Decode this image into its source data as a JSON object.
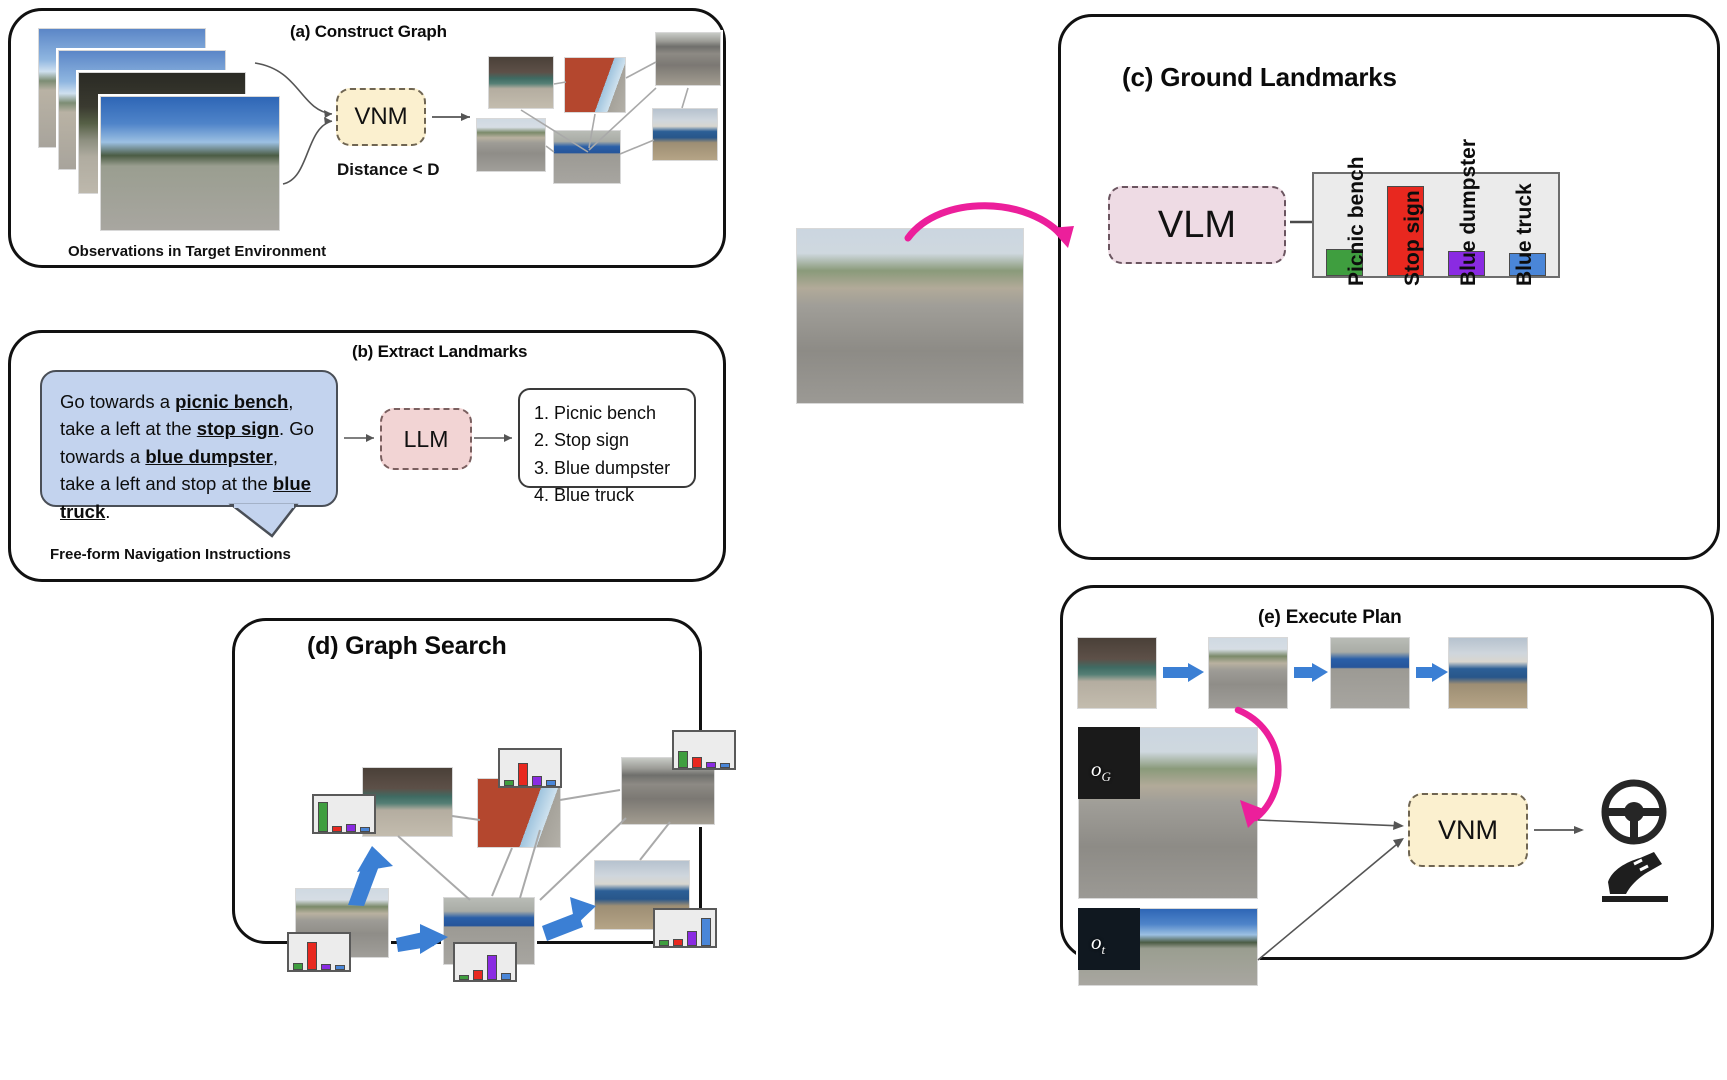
{
  "figure": {
    "type": "method-pipeline-diagram",
    "panels": [
      {
        "id": "a",
        "title": "(a)  Construct Graph"
      },
      {
        "id": "b",
        "title": "(b) Extract Landmarks"
      },
      {
        "id": "c",
        "title": "(c) Ground Landmarks"
      },
      {
        "id": "d",
        "title": "(d) Graph Search"
      },
      {
        "id": "e",
        "title": "(e) Execute Plan"
      }
    ]
  },
  "panel_a": {
    "title": "(a)  Construct Graph",
    "model_label": "VNM",
    "condition_label": "Distance < D",
    "caption": "Observations in Target Environment",
    "stack_count": 4,
    "graph_node_count": 6,
    "node_names": [
      "picnic-bench",
      "shipping-container",
      "truck-road",
      "stop-sign-street",
      "blue-dumpster",
      "blue-truck"
    ]
  },
  "panel_b": {
    "title": "(b) Extract Landmarks",
    "instruction_parts": [
      {
        "text": "Go towards a ",
        "bold": false
      },
      {
        "text": "picnic bench",
        "bold": true
      },
      {
        "text": ", take a left at the ",
        "bold": false
      },
      {
        "text": "stop sign",
        "bold": true
      },
      {
        "text": ". Go towards a ",
        "bold": false
      },
      {
        "text": "blue dumpster",
        "bold": true
      },
      {
        "text": ", take a left and stop at the ",
        "bold": false
      },
      {
        "text": "blue truck",
        "bold": true
      },
      {
        "text": ".",
        "bold": false
      }
    ],
    "model_label": "LLM",
    "landmark_list": [
      "1. Picnic bench",
      "2. Stop sign",
      "3. Blue dumpster",
      "4. Blue truck"
    ],
    "caption": "Free-form Navigation Instructions"
  },
  "panel_c": {
    "title": "(c) Ground Landmarks",
    "model_label": "VLM",
    "input_image_name": "stop-sign-intersection-photo"
  },
  "panel_d": {
    "title": "(d) Graph Search",
    "node_names": [
      "picnic-bench",
      "shipping-container",
      "truck-road",
      "stop-sign-street",
      "blue-dumpster",
      "blue-truck"
    ],
    "path_arrow_count": 3
  },
  "panel_e": {
    "title": "(e) Execute Plan",
    "plan_steps": [
      "picnic-bench",
      "stop-sign-street",
      "blue-dumpster",
      "blue-truck"
    ],
    "goal_obs_label": "o",
    "goal_obs_sub": "G",
    "current_obs_label": "o",
    "current_obs_sub": "t",
    "model_label": "VNM",
    "output_icons": [
      "steering-wheel-icon",
      "pedal-icon"
    ]
  },
  "chart_data": [
    {
      "id": "panel-c-grounding-scores",
      "type": "bar",
      "title": "",
      "xlabel": "",
      "ylabel": "",
      "categories": [
        "Picnic bench",
        "Stop sign",
        "Blue dumpster",
        "Blue truck"
      ],
      "values": [
        0.28,
        0.92,
        0.26,
        0.24
      ],
      "ylim": [
        0,
        1
      ],
      "colors": [
        "#3f9e3f",
        "#e8281f",
        "#8a2be2",
        "#4a86d8"
      ],
      "grid": false,
      "legend": "none",
      "labels_rotated": true
    },
    {
      "id": "panel-d-node-picnic-bench",
      "type": "bar",
      "categories": [
        "Picnic bench",
        "Stop sign",
        "Blue dumpster",
        "Blue truck"
      ],
      "values": [
        0.92,
        0.18,
        0.26,
        0.14
      ],
      "ylim": [
        0,
        1
      ],
      "colors": [
        "#3f9e3f",
        "#e8281f",
        "#8a2be2",
        "#4a86d8"
      ]
    },
    {
      "id": "panel-d-node-shipping-container",
      "type": "bar",
      "categories": [
        "Picnic bench",
        "Stop sign",
        "Blue dumpster",
        "Blue truck"
      ],
      "values": [
        0.18,
        0.72,
        0.3,
        0.2
      ],
      "ylim": [
        0,
        1
      ],
      "colors": [
        "#3f9e3f",
        "#e8281f",
        "#8a2be2",
        "#4a86d8"
      ]
    },
    {
      "id": "panel-d-node-truck-road",
      "type": "bar",
      "categories": [
        "Picnic bench",
        "Stop sign",
        "Blue dumpster",
        "Blue truck"
      ],
      "values": [
        0.52,
        0.34,
        0.18,
        0.14
      ],
      "ylim": [
        0,
        1
      ],
      "colors": [
        "#3f9e3f",
        "#e8281f",
        "#8a2be2",
        "#4a86d8"
      ]
    },
    {
      "id": "panel-d-node-stop-sign-street",
      "type": "bar",
      "categories": [
        "Picnic bench",
        "Stop sign",
        "Blue dumpster",
        "Blue truck"
      ],
      "values": [
        0.22,
        0.88,
        0.2,
        0.16
      ],
      "ylim": [
        0,
        1
      ],
      "colors": [
        "#3f9e3f",
        "#e8281f",
        "#8a2be2",
        "#4a86d8"
      ]
    },
    {
      "id": "panel-d-node-blue-dumpster",
      "type": "bar",
      "categories": [
        "Picnic bench",
        "Stop sign",
        "Blue dumpster",
        "Blue truck"
      ],
      "values": [
        0.16,
        0.3,
        0.78,
        0.22
      ],
      "ylim": [
        0,
        1
      ],
      "colors": [
        "#3f9e3f",
        "#e8281f",
        "#8a2be2",
        "#4a86d8"
      ]
    },
    {
      "id": "panel-d-node-blue-truck",
      "type": "bar",
      "categories": [
        "Picnic bench",
        "Stop sign",
        "Blue dumpster",
        "Blue truck"
      ],
      "values": [
        0.18,
        0.22,
        0.46,
        0.88
      ],
      "ylim": [
        0,
        1
      ],
      "colors": [
        "#3f9e3f",
        "#e8281f",
        "#8a2be2",
        "#4a86d8"
      ]
    }
  ]
}
